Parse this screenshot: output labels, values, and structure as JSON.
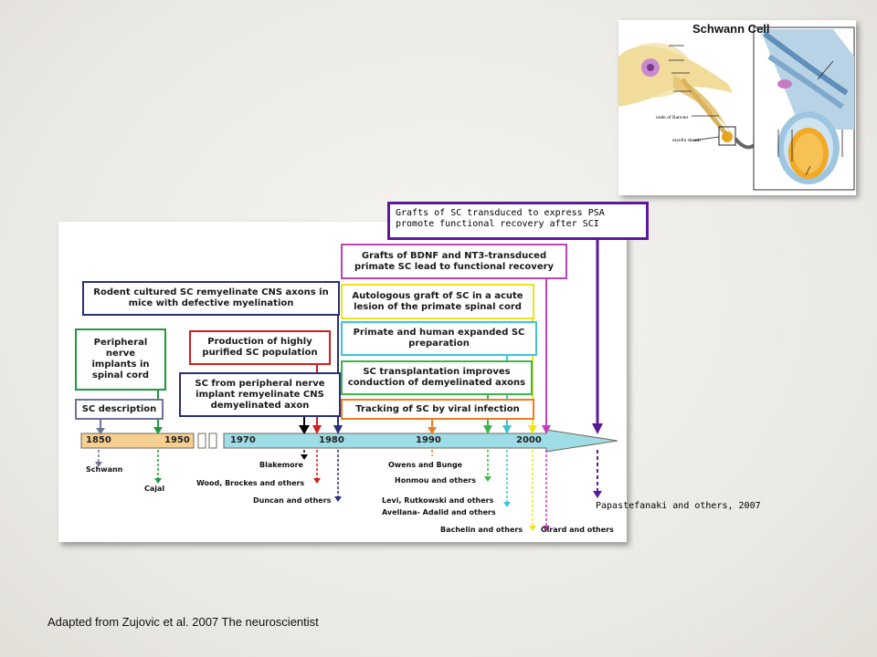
{
  "inset": {
    "title": "Schwann Cell",
    "label_node": "node of Ranvier",
    "label_sheath": "myelin sheath"
  },
  "timeline": {
    "years": [
      "1850",
      "1950",
      "1970",
      "1980",
      "1990",
      "2000"
    ]
  },
  "boxes": {
    "sc_description": "SC description",
    "peripheral_nerve": "Peripheral\nnerve\nimplants in\nspinal cord",
    "rodent": "Rodent cultured SC remyelinate CNS axons in\nmice with defective myelination",
    "production": "Production of highly\npurified SC population",
    "sc_from_peripheral": "SC from peripheral nerve\nimplant remyelinate CNS\ndemyelinated axon",
    "bdnf": "Grafts of BDNF and NT3-transduced\nprimate SC lead to functional recovery",
    "autologous": "Autologous graft of SC in a acute\nlesion of the primate spinal cord",
    "primate_human": "Primate and human  expanded SC\npreparation",
    "transplantation": "SC transplantation improves\nconduction of demyelinated axons",
    "tracking": "Tracking of SC by viral infection",
    "psa": "Grafts of SC transduced to express PSA\npromote functional recovery after SCI"
  },
  "refs": {
    "schwann": "Schwann",
    "cajal": "Cajal",
    "blakemore": "Blakemore",
    "wood": "Wood, Brockes and others",
    "duncan": "Duncan and others",
    "owens": "Owens and Bunge",
    "honmou": "Honmou and others",
    "levi": "Levi, Rutkowski and others",
    "avellana": "Avellana- Adalid and others",
    "bachelin": "Bachelin and others",
    "girard": "Girard and others",
    "papastefanaki": "Papastefanaki and others, 2007"
  },
  "credit": "Adapted from Zujovic et al. 2007 The neuroscientist",
  "colors": {
    "navy": "#2b2f7a",
    "green": "#1e9a3a",
    "red": "#d11f1f",
    "black": "#000000",
    "magenta": "#c043b5",
    "yellow": "#f0e21c",
    "cyan": "#3fc2d6",
    "lime": "#39b84a",
    "orange": "#f07a1e",
    "purple": "#5b1a9c",
    "slate": "#6f7396"
  }
}
